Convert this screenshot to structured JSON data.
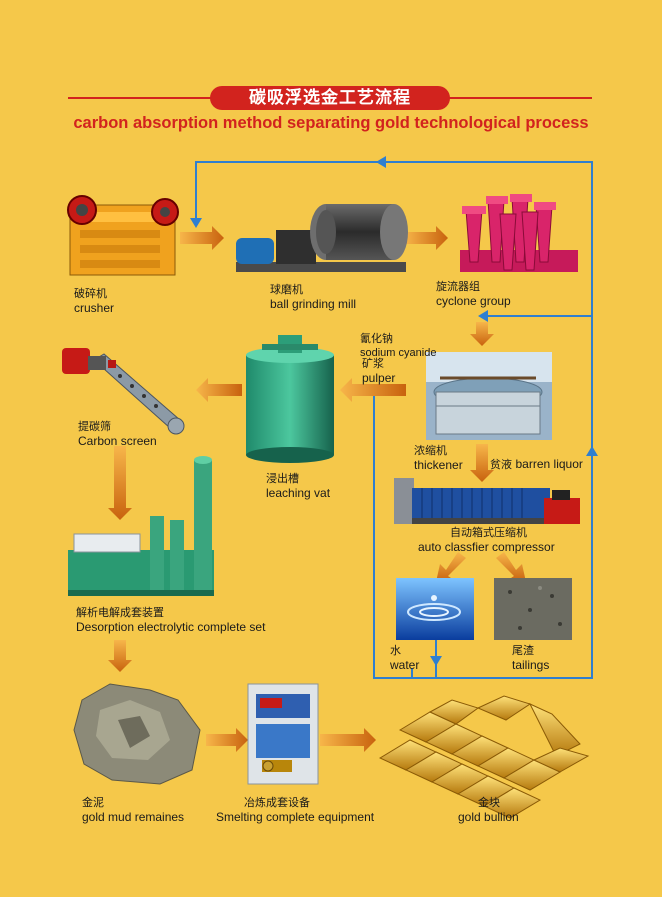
{
  "title_cn": "碳吸浮选金工艺流程",
  "title_en": "carbon absorption method separating gold technological process",
  "nodes": {
    "crusher": {
      "cn": "破碎机",
      "en": "crusher"
    },
    "ball_mill": {
      "cn": "球磨机",
      "en": "ball grinding mill"
    },
    "cyclone": {
      "cn": "旋流器组",
      "en": "cyclone  group"
    },
    "sodium_cyanide": {
      "cn": "氰化钠",
      "en": "sodium cyanide"
    },
    "pulper": {
      "cn": "矿浆",
      "en": "pulper"
    },
    "carbon_screen": {
      "cn": "提碳筛",
      "en": "Carbon screen"
    },
    "leaching_vat": {
      "cn": "浸出槽",
      "en": "leaching  vat"
    },
    "thickener": {
      "cn": "浓缩机",
      "en": "thickener"
    },
    "barren_liquor": {
      "cn": "贫液",
      "en": "barren liquor"
    },
    "compressor": {
      "cn": "自动箱式压缩机",
      "en": "auto classfier compressor"
    },
    "desorption": {
      "cn": "解析电解成套装置",
      "en": "Desorption electrolytic complete set"
    },
    "water": {
      "cn": "水",
      "en": "water"
    },
    "tailings": {
      "cn": "尾渣",
      "en": "tailings"
    },
    "gold_mud": {
      "cn": "金泥",
      "en": "gold mud remaines"
    },
    "smelting": {
      "cn": "冶炼成套设备",
      "en": "Smelting  complete equipment"
    },
    "gold_bullion": {
      "cn": "金块",
      "en": "gold bullion"
    }
  },
  "colors": {
    "background": "#f5c84a",
    "title_red": "#d2231e",
    "flow_blue": "#2f7fd0",
    "arrow_orange": "#e08a1e"
  }
}
